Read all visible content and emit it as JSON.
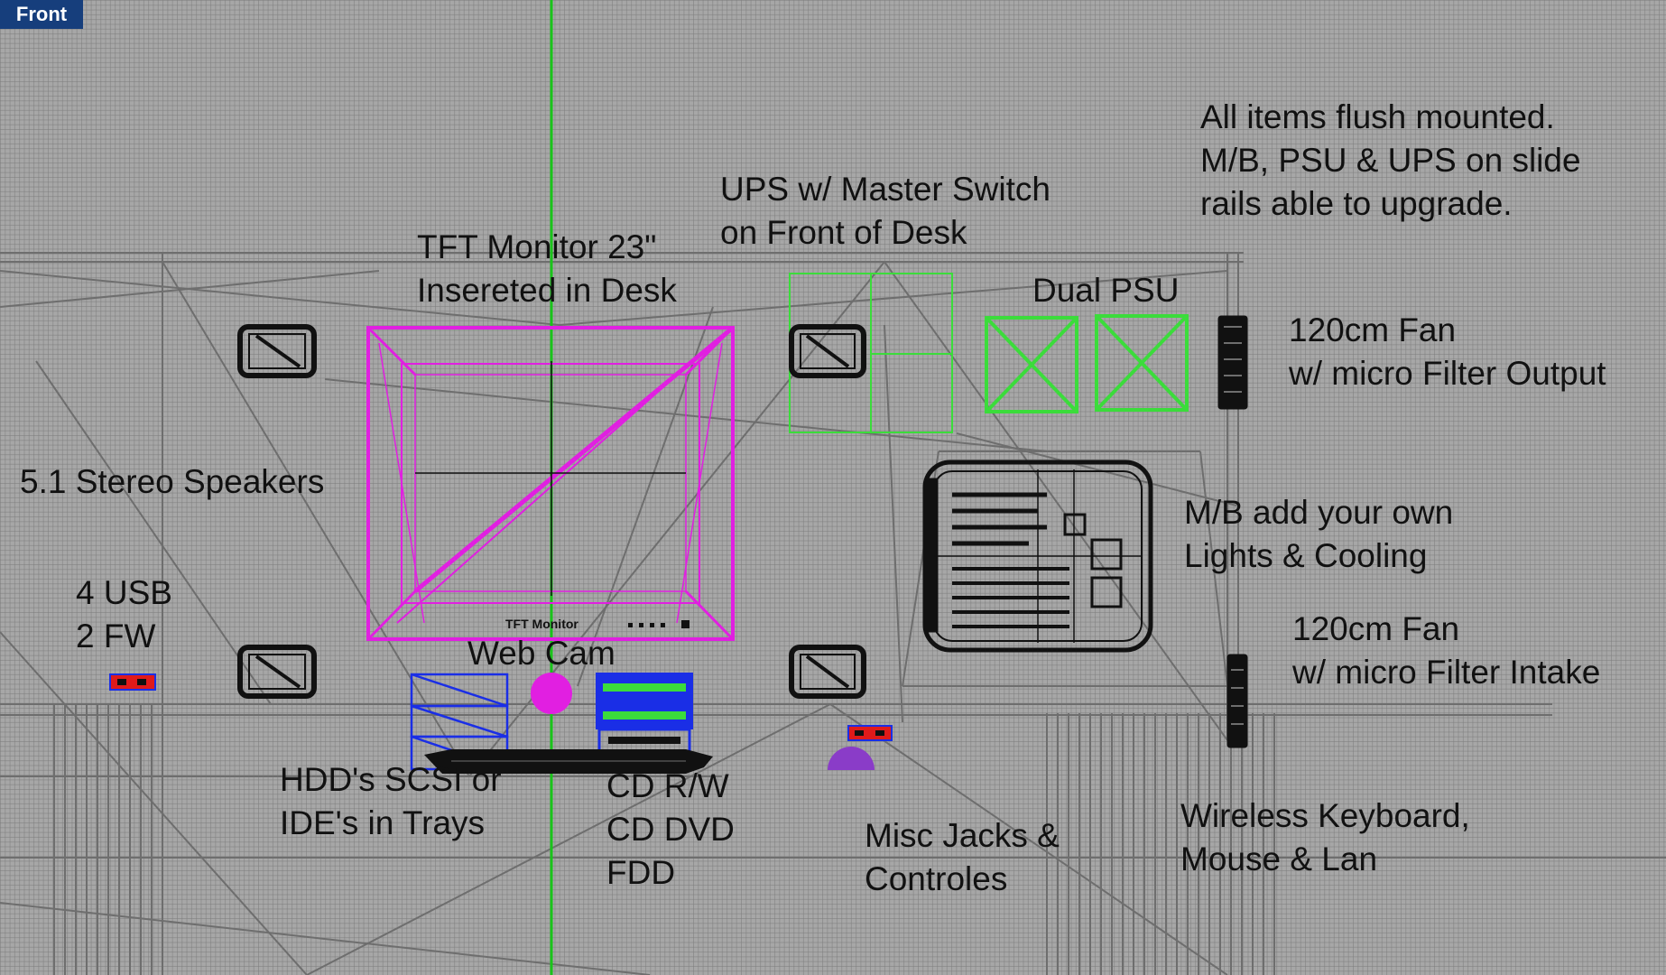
{
  "viewport": {
    "name": "Front",
    "colors": {
      "background": "#a7a7a7",
      "wire": "#6e6e6e",
      "axis_green": "#19c41a",
      "monitor_magenta": "#e11fe1",
      "drive_blue": "#1a2ee6",
      "psu_green": "#3bdc3b",
      "black": "#111111",
      "jack_red": "#e01a1a",
      "knob_purple": "#8a3cc8"
    }
  },
  "labels": {
    "notes": [
      "All items flush mounted.",
      "M/B, PSU & UPS on slide",
      "rails able to upgrade."
    ],
    "ups": [
      "UPS w/ Master Switch",
      "on Front of Desk"
    ],
    "monitor": [
      "TFT Monitor 23\"",
      "Insereted in Desk"
    ],
    "dual_psu": "Dual PSU",
    "fan_output": [
      "120cm Fan",
      "w/ micro Filter Output"
    ],
    "speakers": "5.1 Stereo Speakers",
    "motherboard": [
      "M/B add your own",
      "Lights & Cooling"
    ],
    "usb": [
      "4 USB",
      "2 FW"
    ],
    "fan_intake": [
      "120cm Fan",
      "w/ micro Filter Intake"
    ],
    "webcam": "Web Cam",
    "hdd": [
      "HDD's SCSI or",
      "IDE's in Trays"
    ],
    "optical": [
      "CD R/W",
      "CD DVD",
      "FDD"
    ],
    "jacks": [
      "Misc Jacks &",
      "Controles"
    ],
    "wireless": [
      "Wireless Keyboard,",
      "Mouse & Lan"
    ],
    "monitor_badge": "TFT Monitor"
  }
}
